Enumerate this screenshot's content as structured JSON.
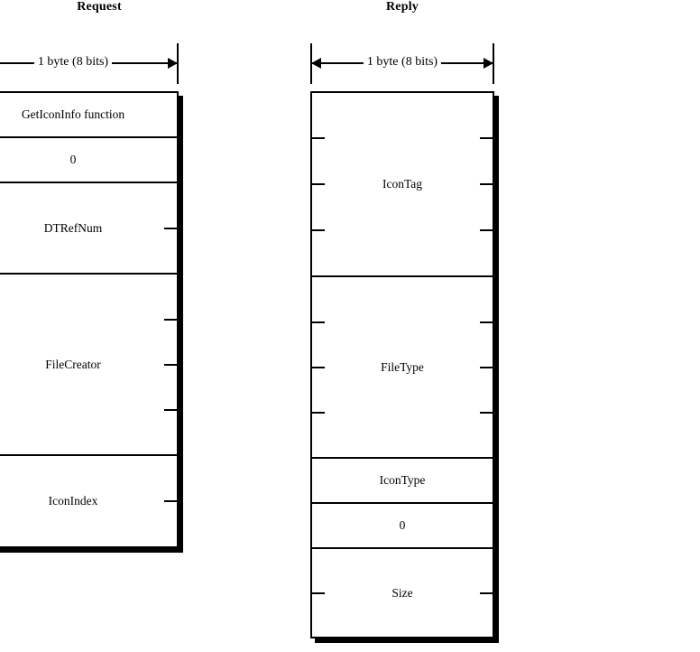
{
  "figure": {
    "kind": "packet-format-diagram",
    "ink_color": "#000000",
    "paper_color": "#ffffff"
  },
  "columns": [
    {
      "id": "request",
      "title": "Request",
      "ruler": {
        "label": "1 byte (8 bits)",
        "left_cap": true,
        "right_cap": true
      },
      "fields": [
        {
          "name": "GetIconInfo function",
          "bytes": 1,
          "ticks": 0
        },
        {
          "name": "0",
          "bytes": 1,
          "ticks": 0
        },
        {
          "name": "DTRefNum",
          "bytes": 2,
          "ticks": 1
        },
        {
          "name": "FileCreator",
          "bytes": 4,
          "ticks": 3
        },
        {
          "name": "IconIndex",
          "bytes": 2,
          "ticks": 1
        }
      ]
    },
    {
      "id": "reply",
      "title": "Reply",
      "ruler": {
        "label": "1 byte (8 bits)",
        "left_cap": true,
        "right_cap": true
      },
      "fields": [
        {
          "name": "IconTag",
          "bytes": 4,
          "ticks": 3
        },
        {
          "name": "FileType",
          "bytes": 4,
          "ticks": 3
        },
        {
          "name": "IconType",
          "bytes": 1,
          "ticks": 0
        },
        {
          "name": "0",
          "bytes": 1,
          "ticks": 0
        },
        {
          "name": "Size",
          "bytes": 2,
          "ticks": 1
        }
      ]
    }
  ]
}
